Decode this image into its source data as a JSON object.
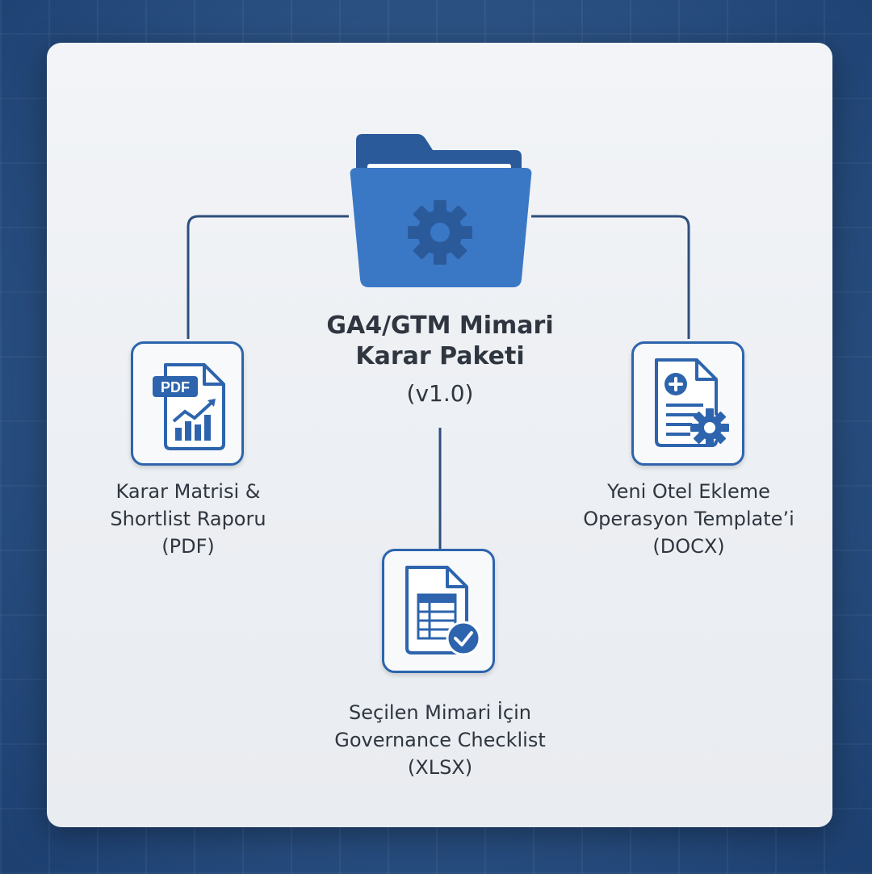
{
  "package": {
    "title_line1": "GA4/GTM Mimari",
    "title_line2": "Karar Paketi",
    "version": "(v1.0)",
    "icon": "folder-gear-icon"
  },
  "deliverables": [
    {
      "line1": "Karar Matrisi &",
      "line2": "Shortlist Raporu",
      "line3": "(PDF)",
      "icon": "pdf-chart-icon",
      "badge": "PDF"
    },
    {
      "line1": "Seçilen Mimari İçin",
      "line2": "Governance Checklist",
      "line3": "(XLSX)",
      "icon": "spreadsheet-check-icon"
    },
    {
      "line1": "Yeni Otel Ekleme",
      "line2": "Operasyon Template’i",
      "line3": "(DOCX)",
      "icon": "document-gear-icon"
    }
  ],
  "colors": {
    "accent": "#2d64ad",
    "connector": "#2e4f7c",
    "text": "#2f3640",
    "background": "#1c3f70"
  }
}
